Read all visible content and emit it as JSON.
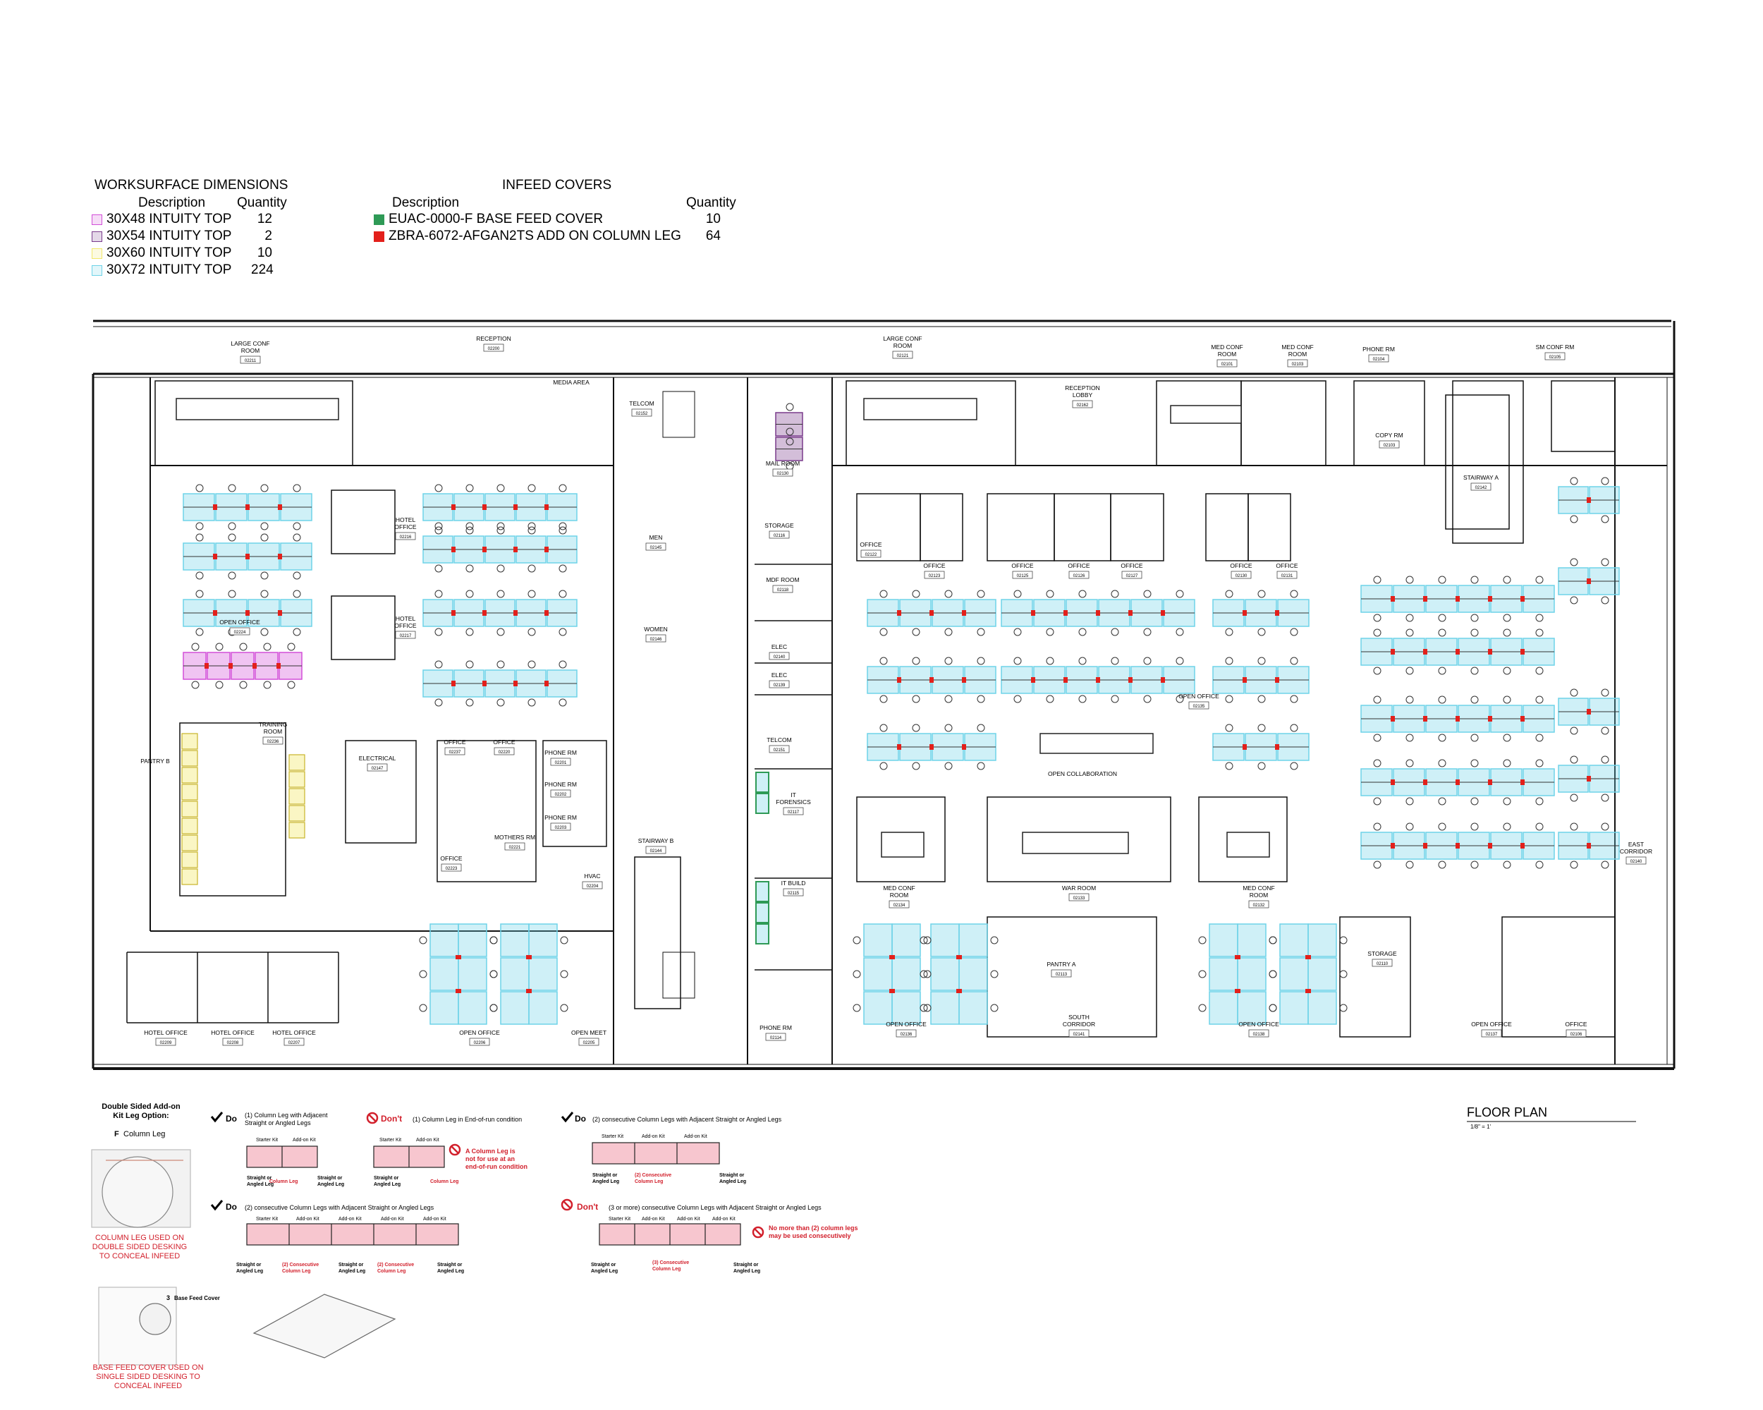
{
  "worksurface": {
    "title": "WORKSURFACE DIMENSIONS",
    "desc_header": "Description",
    "qty_header": "Quantity",
    "items": [
      {
        "label": "30X48 INTUITY TOP",
        "qty": "12",
        "color": "#d24fd8"
      },
      {
        "label": "30X54 INTUITY TOP",
        "qty": "2",
        "color": "#7a3c8c"
      },
      {
        "label": "30X60 INTUITY TOP",
        "qty": "10",
        "color": "#f2e86b"
      },
      {
        "label": "30X72 INTUITY TOP",
        "qty": "224",
        "color": "#6ed3e8"
      }
    ]
  },
  "infeed": {
    "title": "INFEED COVERS",
    "desc_header": "Description",
    "qty_header": "Quantity",
    "items": [
      {
        "label": "EUAC-0000-F BASE FEED COVER",
        "qty": "10",
        "color": "#2e9a56"
      },
      {
        "label": "ZBRA-6072-AFGAN2TS ADD ON COLUMN LEG",
        "qty": "64",
        "color": "#e3201b"
      }
    ]
  },
  "rooms": [
    {
      "name": "LARGE CONF\nROOM",
      "num": "02211"
    },
    {
      "name": "RECEPTION",
      "num": "02200"
    },
    {
      "name": "MEDIA AREA",
      "num": ""
    },
    {
      "name": "TELCOM",
      "num": "02152"
    },
    {
      "name": "MAIL ROOM",
      "num": "02130"
    },
    {
      "name": "LARGE CONF\nROOM",
      "num": "02121"
    },
    {
      "name": "RECEPTION\nLOBBY",
      "num": "02162"
    },
    {
      "name": "MED CONF\nROOM",
      "num": "02101"
    },
    {
      "name": "MED CONF\nROOM",
      "num": "02103"
    },
    {
      "name": "PHONE RM",
      "num": "02104"
    },
    {
      "name": "SM CONF RM",
      "num": "02105"
    },
    {
      "name": "COPY RM",
      "num": "02103"
    },
    {
      "name": "STAIRWAY A",
      "num": "02142"
    },
    {
      "name": "HOTEL\nOFFICE",
      "num": "02216"
    },
    {
      "name": "HOTEL\nOFFICE",
      "num": "02217"
    },
    {
      "name": "MEN",
      "num": "02145"
    },
    {
      "name": "STORAGE",
      "num": "02116"
    },
    {
      "name": "OFFICE",
      "num": "02122"
    },
    {
      "name": "OFFICE",
      "num": "02123"
    },
    {
      "name": "OFFICE",
      "num": "02125"
    },
    {
      "name": "OFFICE",
      "num": "02126"
    },
    {
      "name": "OFFICE",
      "num": "02127"
    },
    {
      "name": "OFFICE",
      "num": "02130"
    },
    {
      "name": "OFFICE",
      "num": "02131"
    },
    {
      "name": "OPEN OFFICE",
      "num": "02224"
    },
    {
      "name": "MDF ROOM",
      "num": "02118"
    },
    {
      "name": "WOMEN",
      "num": "02146"
    },
    {
      "name": "ELEC",
      "num": "02140"
    },
    {
      "name": "ELEC",
      "num": "02139"
    },
    {
      "name": "OPEN OFFICE",
      "num": "02135"
    },
    {
      "name": "TRAINING\nROOM",
      "num": "02236"
    },
    {
      "name": "PANTRY B",
      "num": ""
    },
    {
      "name": "ELECTRICAL",
      "num": "02147"
    },
    {
      "name": "OFFICE",
      "num": "02237"
    },
    {
      "name": "OFFICE",
      "num": "02220"
    },
    {
      "name": "PHONE RM",
      "num": "02201"
    },
    {
      "name": "PHONE RM",
      "num": "02202"
    },
    {
      "name": "PHONE RM",
      "num": "02203"
    },
    {
      "name": "TELCOM",
      "num": "02151"
    },
    {
      "name": "IT\nFORENSICS",
      "num": "02117"
    },
    {
      "name": "OPEN COLLABORATION",
      "num": ""
    },
    {
      "name": "MOTHERS RM",
      "num": "02221"
    },
    {
      "name": "OFFICE",
      "num": "02223"
    },
    {
      "name": "STAIRWAY B",
      "num": "02144"
    },
    {
      "name": "HVAC",
      "num": "02204"
    },
    {
      "name": "IT BUILD",
      "num": "02115"
    },
    {
      "name": "MED CONF\nROOM",
      "num": "02134"
    },
    {
      "name": "WAR ROOM",
      "num": "02133"
    },
    {
      "name": "MED CONF\nROOM",
      "num": "02132"
    },
    {
      "name": "EAST\nCORRIDOR",
      "num": "02140"
    },
    {
      "name": "PANTRY A",
      "num": "02113"
    },
    {
      "name": "STORAGE",
      "num": "02110"
    },
    {
      "name": "HOTEL OFFICE",
      "num": "02209"
    },
    {
      "name": "HOTEL OFFICE",
      "num": "02208"
    },
    {
      "name": "HOTEL OFFICE",
      "num": "02207"
    },
    {
      "name": "OPEN OFFICE",
      "num": "02206"
    },
    {
      "name": "OPEN MEET",
      "num": "02205"
    },
    {
      "name": "PHONE RM",
      "num": "02114"
    },
    {
      "name": "OPEN OFFICE",
      "num": "02136"
    },
    {
      "name": "SOUTH\nCORRIDOR",
      "num": "02141"
    },
    {
      "name": "OPEN OFFICE",
      "num": "02138"
    },
    {
      "name": "OPEN OFFICE",
      "num": "02137"
    },
    {
      "name": "OFFICE",
      "num": "02106"
    }
  ],
  "plan_title": "FLOOR PLAN",
  "plan_scale": "1/8\" = 1'",
  "details": {
    "kit_title": "Double Sided Add-on\nKit Leg Option:",
    "kit_f": "F",
    "kit_column_leg": "Column Leg",
    "column_caption": "COLUMN LEG USED ON\nDOUBLE SIDED DESKING\nTO CONCEAL INFEED",
    "base_num": "3",
    "base_label": "Base Feed Cover",
    "base_caption": "BASE FEED COVER USED ON\nSINGLE SIDED DESKING TO\nCONCEAL INFEED",
    "do": "Do",
    "dont": "Don't",
    "d1": "(1) Column Leg with Adjacent\nStraight or Angled Legs",
    "d2": "(1) Column Leg in End-of-run condition",
    "d2_note": "A Column Leg is\nnot for use at an\nend-of-run condition",
    "d3": "(2) consecutive Column Legs with Adjacent Straight or Angled Legs",
    "d4": "(2) consecutive Column Legs with Adjacent Straight or Angled Legs",
    "d5": "(3 or more) consecutive Column Legs with Adjacent Straight or Angled Legs",
    "d5_note": "No more than (2) column legs\nmay be used consecutively",
    "starter_kit": "Starter Kit",
    "addon_kit": "Add-on Kit",
    "straight_leg": "Straight or\nAngled Leg",
    "column_leg": "Column Leg",
    "two_column": "(2) Consecutive\nColumn Leg",
    "three_column": "(3) Consecutive\nColumn Leg"
  }
}
